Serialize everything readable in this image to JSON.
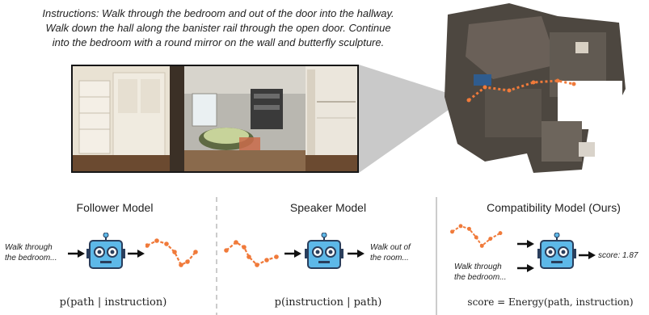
{
  "instructions": {
    "line1": "Instructions: Walk through the bedroom and out of the door into the hallway.",
    "line2": "Walk down the hall along the banister rail through the open door. Continue",
    "line3": "into the bedroom with a round mirror on the wall and butterfly sculpture."
  },
  "follower": {
    "title": "Follower Model",
    "input_text_line1": "Walk through",
    "input_text_line2": "the bedroom...",
    "formula": "p(path | instruction)"
  },
  "speaker": {
    "title": "Speaker Model",
    "output_text_line1": "Walk out of",
    "output_text_line2": "the room...",
    "formula": "p(instruction | path)"
  },
  "compatibility": {
    "title": "Compatibility Model (Ours)",
    "input_text_line1": "Walk through",
    "input_text_line2": "the bedroom...",
    "score_text": "score: 1.87",
    "formula": "score = Energy(path, instruction)"
  },
  "colors": {
    "path_orange": "#f07a3a",
    "robot_blue": "#5db8e8",
    "robot_dark": "#2a3e5c",
    "divider_gray": "#bbbbbb"
  },
  "icons": [
    "robot-icon",
    "arrow-right-icon",
    "trajectory-icon"
  ]
}
